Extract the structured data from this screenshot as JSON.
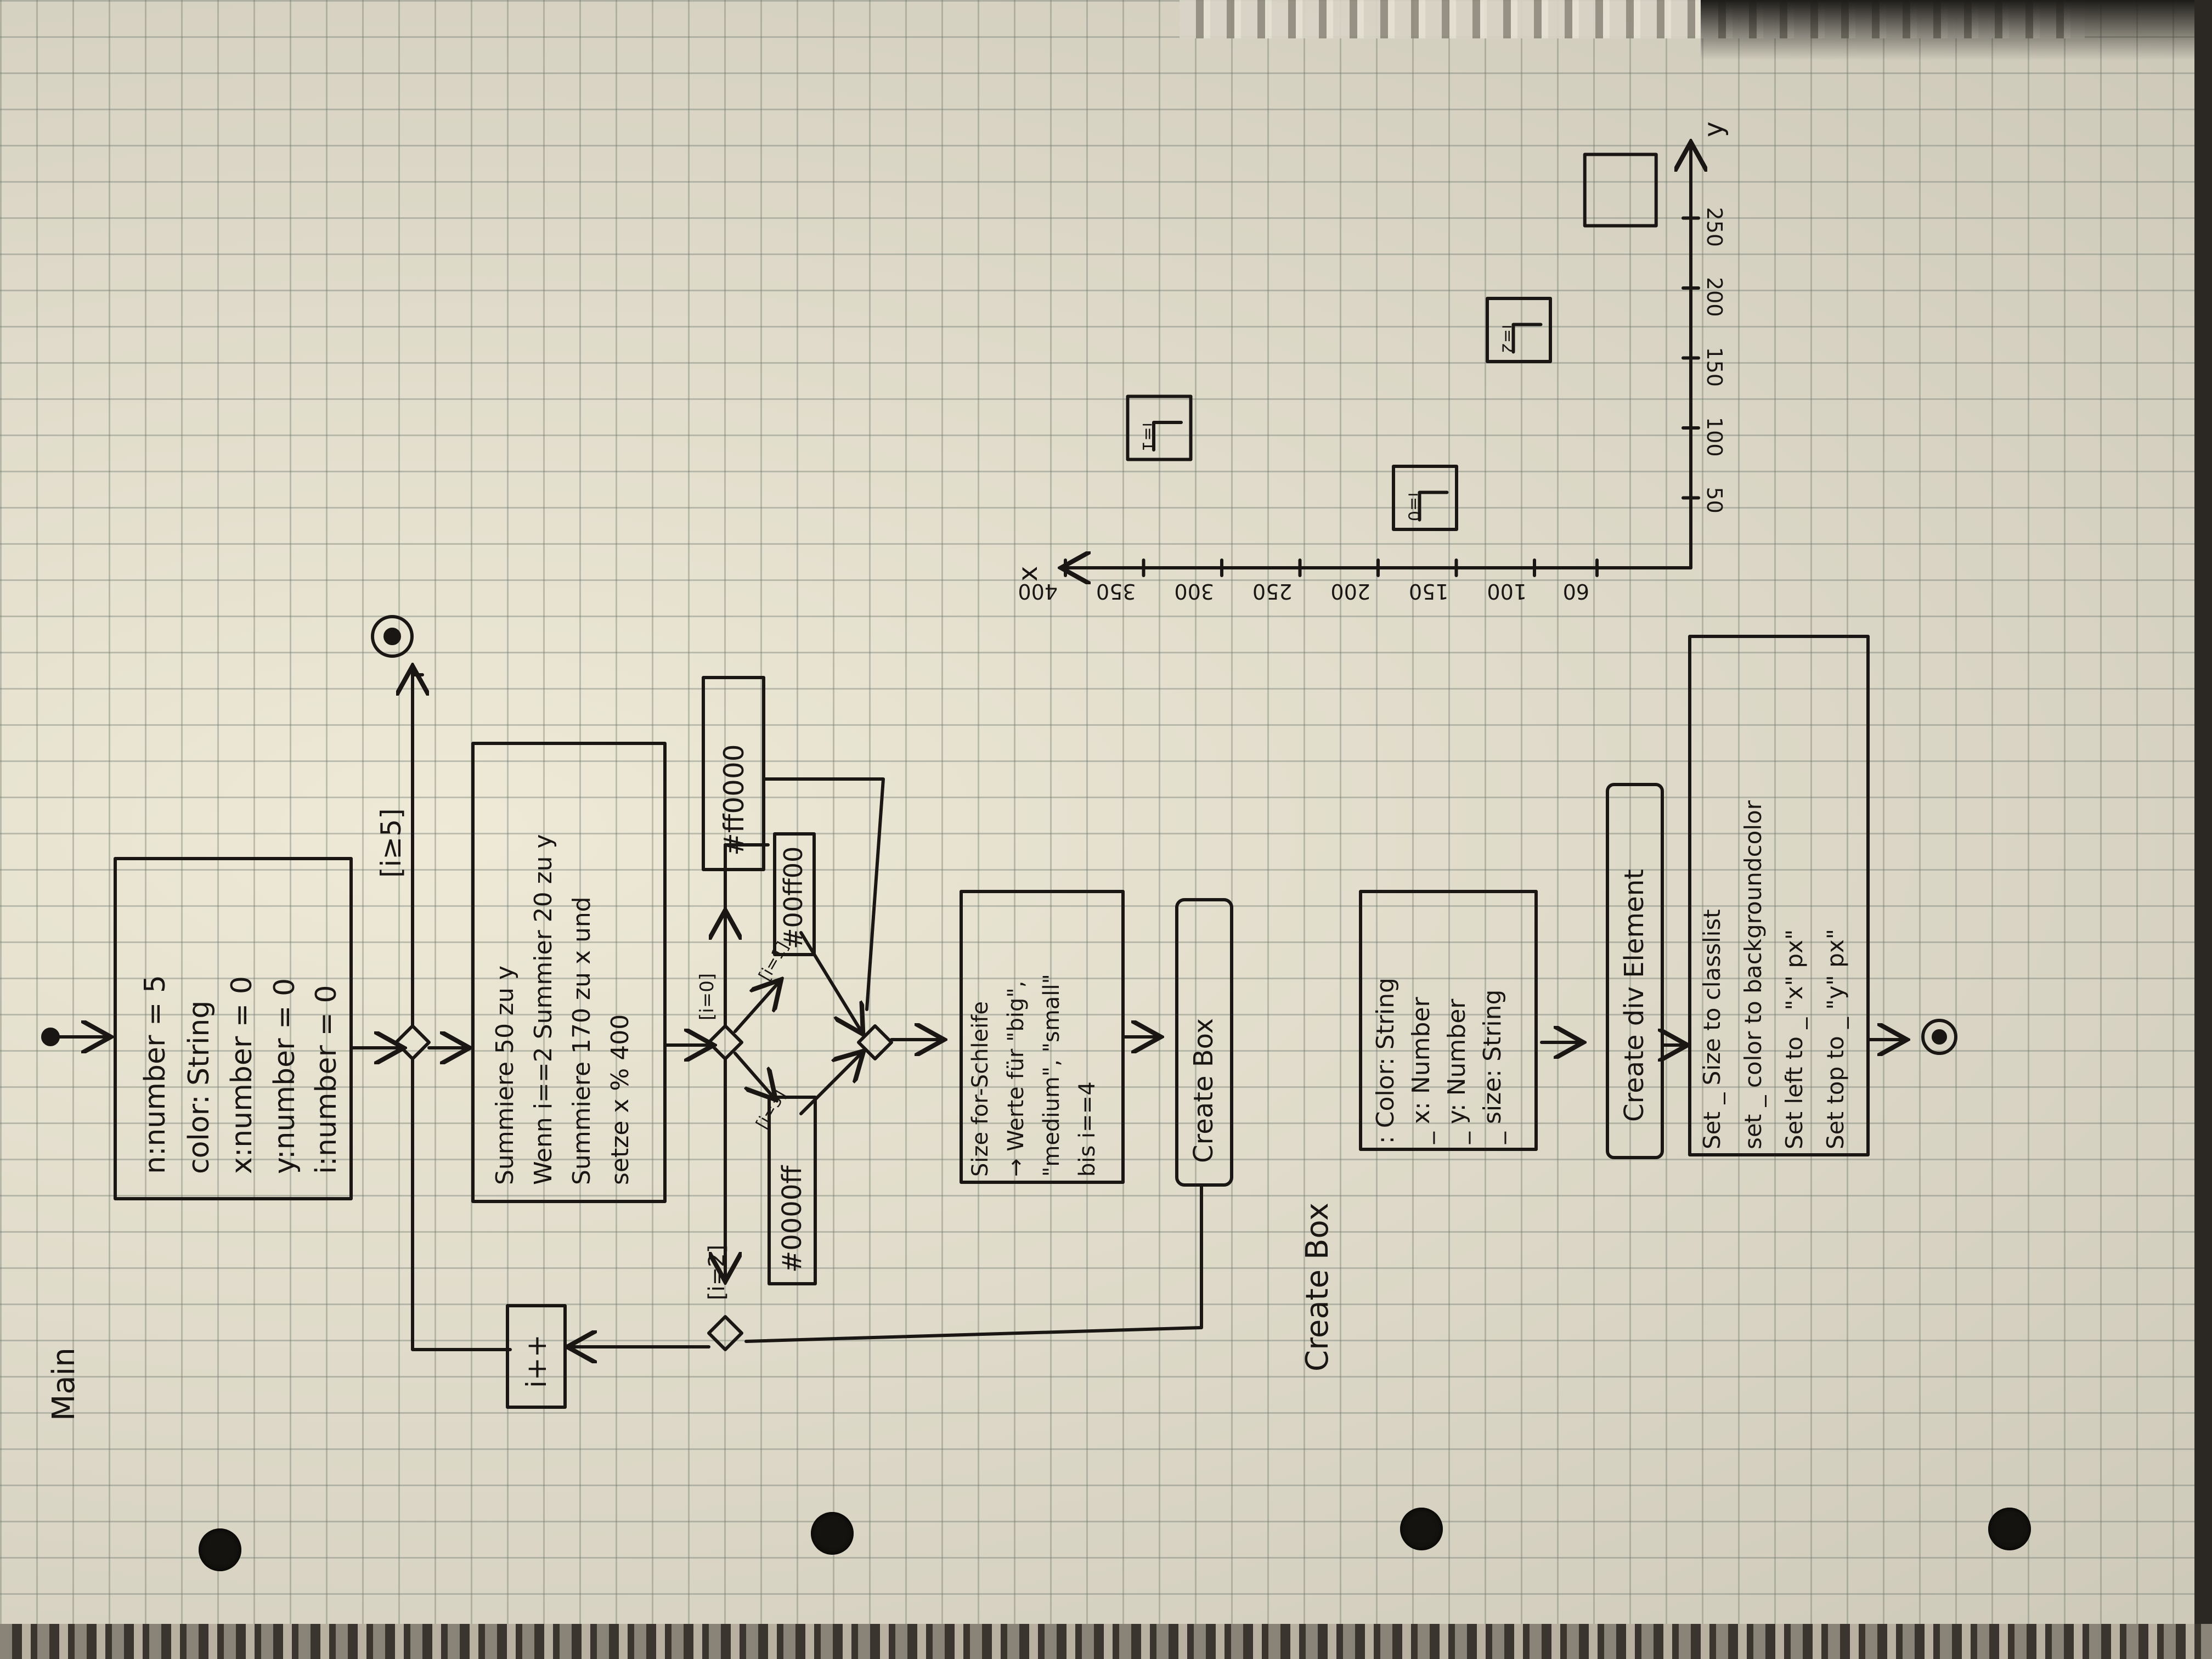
{
  "main": {
    "title": "Main",
    "variables": [
      "n:number = 5",
      "color: String",
      "x:number = 0",
      "y:number = 0",
      "i:number = 0"
    ],
    "guard_exit": "[i≥5]",
    "loop_body": [
      "Summiere 50 zu y",
      "Wenn i==2 Summier 20 zu y",
      "Summiere 170 zu x und",
      "setze x % 400"
    ],
    "guard_i2": "[i=2]",
    "guard_i0": "[i=0]",
    "guard_i1": "[i=1]",
    "guard_i3": "[i=3]",
    "color_red": "#ff0000",
    "color_green": "#00ff00",
    "color_blue": "#0000ff",
    "size_text": [
      "Size for-Schleife",
      "→ Werte für \"big\",",
      "\"medium\", \"small\"",
      "bis i==4"
    ],
    "create_box_call": "Create Box",
    "increment": "i++"
  },
  "create_box": {
    "title": "Create Box",
    "params": [
      ": Color: String",
      "_ x: Number",
      "_ y: Number",
      "_ size: String"
    ],
    "create_element": "Create div Element",
    "set_steps": [
      "Set _ Size to classlist",
      "set _ color to backgroundcolor",
      "Set left to _ \"x\" px\"",
      "Set top to _ \"y\" px\""
    ]
  },
  "chart_data": {
    "type": "scatter",
    "title": "",
    "xlabel": "x",
    "ylabel": "y",
    "x_ticks": [
      "60",
      "100",
      "150",
      "200",
      "250",
      "300",
      "350",
      "400"
    ],
    "y_ticks": [
      "50",
      "100",
      "150",
      "200",
      "250"
    ],
    "boxes": [
      {
        "label": "i=0",
        "x": 170,
        "y": 50
      },
      {
        "label": "i=1",
        "x": 340,
        "y": 100
      },
      {
        "label": "i=2",
        "x": 110,
        "y": 170
      },
      {
        "label": "",
        "x": 45,
        "y": 270
      }
    ]
  }
}
